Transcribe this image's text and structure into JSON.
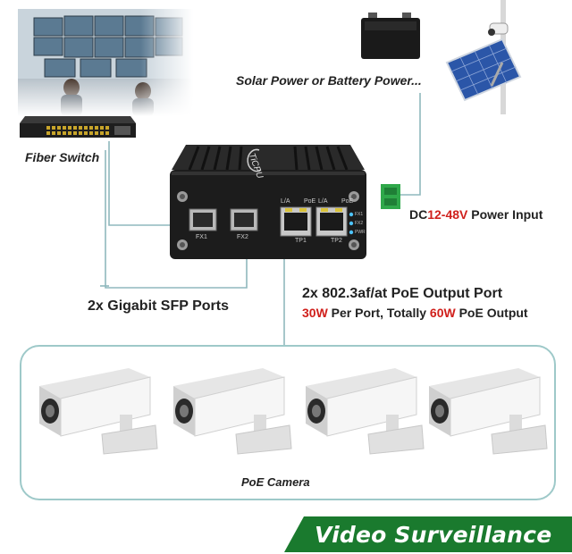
{
  "labels": {
    "solar_power": "Solar Power or Battery Power...",
    "fiber_switch": "Fiber Switch",
    "dc_prefix": "DC",
    "dc_range": "12-48V",
    "dc_suffix": " Power Input",
    "sfp_ports": "2x Gigabit SFP Ports",
    "poe_output_line1": "2x 802.3af/at PoE Output Port",
    "poe_output_30w": "30W",
    "poe_output_mid": " Per Port, Totally ",
    "poe_output_60w": "60W",
    "poe_output_end": " PoE Output",
    "poe_camera": "PoE Camera",
    "video_surveillance": "Video Surveillance"
  },
  "device": {
    "brand": "TiCPU",
    "port_labels": {
      "fx1": "FX1",
      "fx2": "FX2",
      "tp1": "TP1",
      "tp2": "TP2",
      "la1": "L/A",
      "poe1": "PoE",
      "la2": "L/A",
      "poe2": "PoE",
      "led_fx1": "FX1",
      "led_fx2": "FX2",
      "led_pwr": "PWR"
    }
  },
  "colors": {
    "accent_red": "#d0201c",
    "banner_green": "#1a7a2e",
    "connector_line": "#8fb8bd",
    "device_body": "#1c1c1c",
    "terminal_green": "#2fa84a"
  }
}
